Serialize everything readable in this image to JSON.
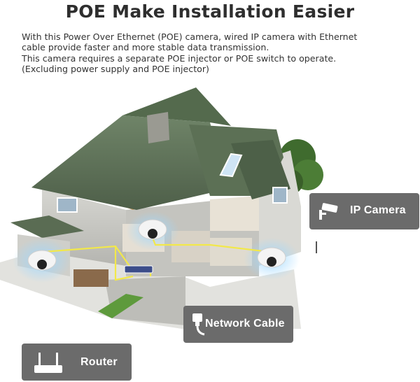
{
  "heading": "POE Make Installation Easier",
  "description": [
    "With this Power Over Ethernet (POE) camera, wired IP camera with Ethernet",
    "cable provide faster and more stable data transmission.",
    "This camera requires a separate POE injector or POE switch to operate.",
    "(Excluding power supply and POE injector)"
  ],
  "labels": {
    "ip_camera": "IP Camera",
    "network_cable": "Network Cable",
    "router": "Router"
  },
  "colors": {
    "label_bg": "#6b6b6b",
    "cable": "#f2e84a",
    "roof": "#5f7358",
    "wall": "#c9c9c4",
    "glow": "#7fc4ff"
  },
  "icons": [
    "security-camera-icon",
    "ethernet-plug-icon",
    "router-icon"
  ]
}
